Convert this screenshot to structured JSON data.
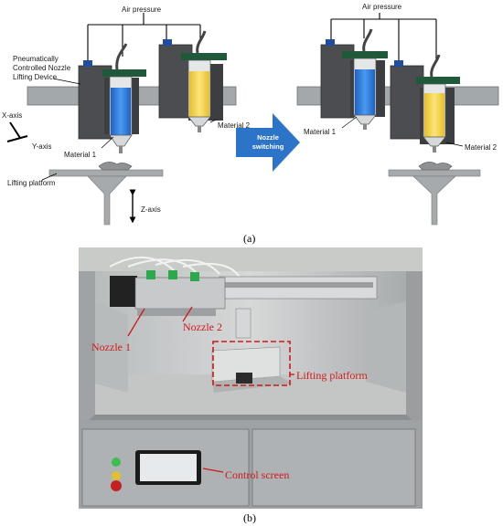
{
  "diagram": {
    "air_pressure_left": "Air pressure",
    "air_pressure_right": "Air pressure",
    "lifting_device_line1": "Pneumatically",
    "lifting_device_line2": "Controlled Nozzle",
    "lifting_device_line3": "Lifting Device",
    "x_axis": "X-axis",
    "y_axis": "Y-axis",
    "z_axis": "Z-axis",
    "material1_left": "Material 1",
    "material2_left": "Material 2",
    "material1_right": "Material 1",
    "material2_right": "Material 2",
    "lifting_platform": "Lifting platform",
    "switch_line1": "Nozzle",
    "switch_line2": "switching",
    "caption": "(a)"
  },
  "photo": {
    "nozzle1": "Nozzle 1",
    "nozzle2": "Nozzle 2",
    "lifting_platform": "Lifting platform",
    "control_screen": "Control screen",
    "caption": "(b)"
  },
  "colors": {
    "blue_material": "#2e7fe0",
    "yellow_material": "#f7d447",
    "nozzle_green": "#1e5a3a",
    "arrow_blue": "#2b74c8",
    "label_red": "#d01818"
  }
}
